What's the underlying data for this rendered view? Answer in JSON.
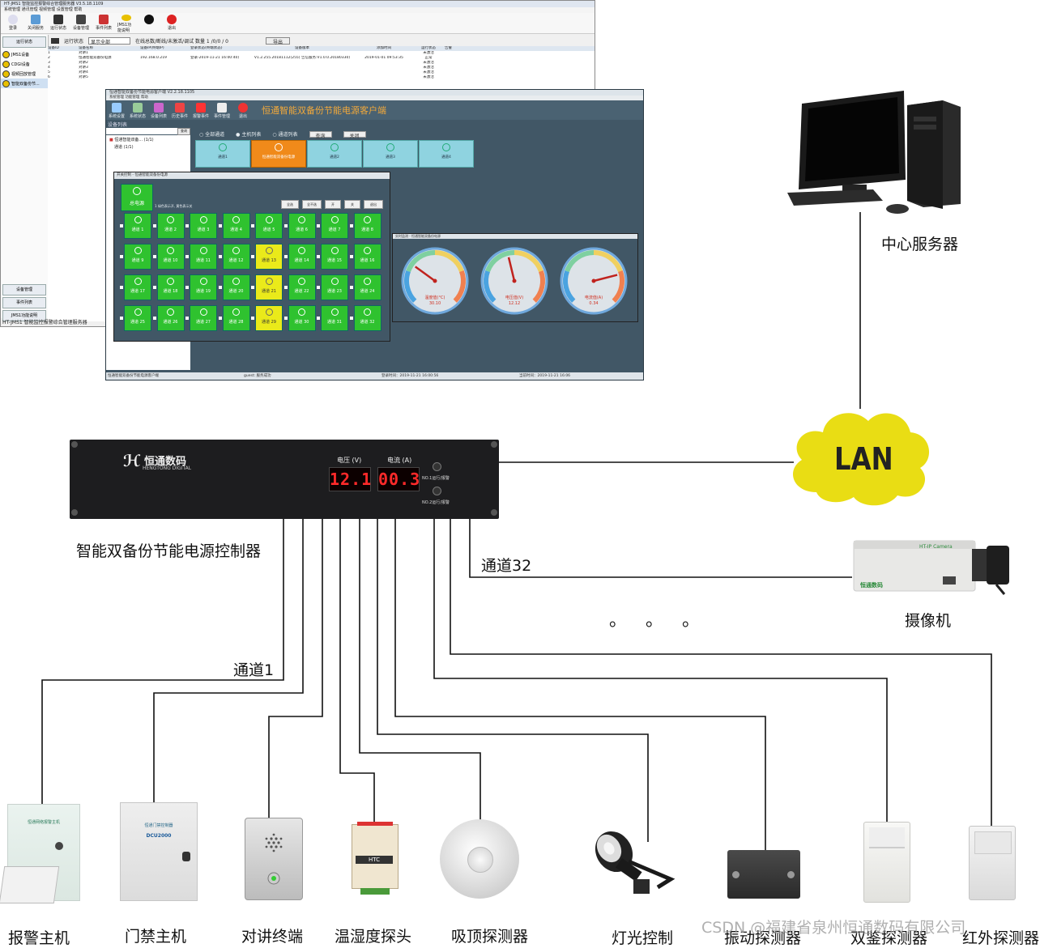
{
  "back_window": {
    "title": "HT-JMS1 智能监控报警综合管理服务器 V3.5.18.1109",
    "menu": "系统管理   通讯管理   视频管理   设置管理   帮助",
    "toolbar": [
      "登录",
      "关闭服务",
      "运行状态",
      "设备管理",
      "事件列表",
      "JMS1功能说明",
      "退出"
    ],
    "sidebar_top": "运行状态",
    "sidebar_items": [
      "JMS1设备",
      "CDGI设备",
      "视频回放管理",
      "智能双备份节..."
    ],
    "sidebar_bottom": [
      "设备管理",
      "事件列表",
      "JMS1功能说明"
    ],
    "status_bar": "HT-JMS1 智能监控报警综合管理服务器",
    "filter_label": "运行状态",
    "filter_value": "显示全部",
    "filter_info": "在线总数/断线/未激活/调试 数量   1 /0/0 / 0",
    "filter_btn": "导出",
    "table_headers": [
      "设备ID",
      "设备名称",
      "设备IP(终端IP)",
      "登录状态(终端状态)",
      "设备版本",
      "添加时间",
      "运行状态",
      "告警"
    ],
    "table_rows": [
      [
        "1",
        "对讲1",
        "",
        "",
        "",
        "",
        "未激活",
        ""
      ],
      [
        "2",
        "恒通智能双备份电源",
        "192.168.0.219",
        "登录-2019-11-21 16:00:40)",
        "V1.2.255.20181112(255) 告信服务:V1.0.0.20180330)",
        "2019-01-01 09:53:35",
        "正常",
        ""
      ],
      [
        "3",
        "对讲2",
        "",
        "",
        "",
        "",
        "未激活",
        ""
      ],
      [
        "4",
        "对讲3",
        "",
        "",
        "",
        "",
        "未激活",
        ""
      ],
      [
        "5",
        "对讲4",
        "",
        "",
        "",
        "",
        "未激活",
        ""
      ],
      [
        "6",
        "对讲5",
        "",
        "",
        "",
        "",
        "未激活",
        ""
      ]
    ]
  },
  "front_window": {
    "title": "恒通智能双备份节能电源客户端 V2.2.18.1105",
    "menu": "系统管理   功能管理   帮助",
    "toolbar": [
      "系统设置",
      "系统状态",
      "设备列表",
      "历史事件",
      "报警事件",
      "事件管理",
      "退出"
    ],
    "app_title": "恒通智能双备份节能电源客户端",
    "left_header": "设备列表",
    "search_btn": "查询",
    "tree": [
      "恒通智能双备... (1/1)",
      "通道 (1/1)"
    ],
    "radios": [
      "全部通道",
      "主机列表",
      "通道列表"
    ],
    "top_buttons": [
      "查询",
      "关闭"
    ],
    "channels": [
      "通道1",
      "恒通智能双备份电源",
      "通道2",
      "通道3",
      "通道4"
    ],
    "status_left": "恒通智能双备份节能电源客户端",
    "status_mid": "guest: 服务成功",
    "status_login": "登录时间：2019-11-21 16:00:56",
    "status_now": "当前时间：2019-11-21 16:06"
  },
  "popup": {
    "title": "开关控制 - 恒通智能双备份电源",
    "master": "总电源",
    "hint": "1 绿色表示开, 黄色表示关",
    "buttons": [
      "全选",
      "全不选",
      "开",
      "关",
      "退出"
    ],
    "cells": [
      "通道 1",
      "通道 2",
      "通道 3",
      "通道 4",
      "通道 5",
      "通道 6",
      "通道 7",
      "通道 8",
      "通道 9",
      "通道 10",
      "通道 11",
      "通道 12",
      "通道 13",
      "通道 14",
      "通道 15",
      "通道 16",
      "通道 17",
      "通道 18",
      "通道 19",
      "通道 20",
      "通道 21",
      "通道 22",
      "通道 23",
      "通道 24",
      "通道 25",
      "通道 26",
      "通道 27",
      "通道 28",
      "通道 29",
      "通道 30",
      "通道 31",
      "通道 32"
    ],
    "off_cells": [
      13,
      21,
      29
    ]
  },
  "gauges": {
    "title": "实时监测 - 恒通智能双备份电源",
    "items": [
      {
        "label": "温度值(°C)",
        "value": "30.10",
        "fraction": 0.3
      },
      {
        "label": "电压值(V)",
        "value": "12.12",
        "fraction": 0.45
      },
      {
        "label": "电流值(A)",
        "value": "0.34",
        "fraction": 0.78
      }
    ]
  },
  "controller": {
    "brand": "恒通数码",
    "brand_en": "HENGTONG DIGITAL",
    "voltage_label": "电压 (V)",
    "current_label": "电流 (A)",
    "voltage_value": "12.1",
    "current_value": "00.3",
    "led1": "NO.1运行/报警",
    "led2": "NO.2运行/报警",
    "name": "智能双备份节能电源控制器"
  },
  "server_label": "中心服务器",
  "lan_label": "LAN",
  "camera": {
    "label": "摄像机",
    "model": "HT-IP Camera",
    "brand": "恒通数码"
  },
  "channel1_label": "通道1",
  "channel32_label": "通道32",
  "ellipsis": "。 。 。",
  "devices": [
    {
      "label": "报警主机",
      "panel_title": "恒通网络报警主机"
    },
    {
      "label": "门禁主机",
      "panel_title": "恒通门禁控制器",
      "panel_model": "DCU2000"
    },
    {
      "label": "对讲终端"
    },
    {
      "label": "温湿度探头",
      "panel_title": "HTC"
    },
    {
      "label": "吸顶探测器"
    },
    {
      "label": "灯光控制"
    },
    {
      "label": "振动探测器"
    },
    {
      "label": "双鉴探测器"
    },
    {
      "label": "红外探测器"
    }
  ],
  "watermark": "CSDN @福建省泉州恒通数码有限公司",
  "colors": {
    "cloud": "#e9dd14",
    "led": "#ff2a2a",
    "green_cell": "#2fc22f",
    "yellow_cell": "#eaea1a",
    "app_bg": "#415766",
    "orange": "#f08a1a"
  }
}
